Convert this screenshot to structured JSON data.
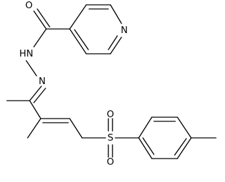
{
  "molecule": {
    "atoms": {
      "carbonyl_oxygen": "O",
      "pyridine_nitrogen": "N",
      "hydrazide_nh": "HN",
      "hydrazone_nitrogen": "N",
      "sulfur": "S",
      "sulfonyl_oxygen_top": "O",
      "sulfonyl_oxygen_bottom": "O"
    }
  }
}
